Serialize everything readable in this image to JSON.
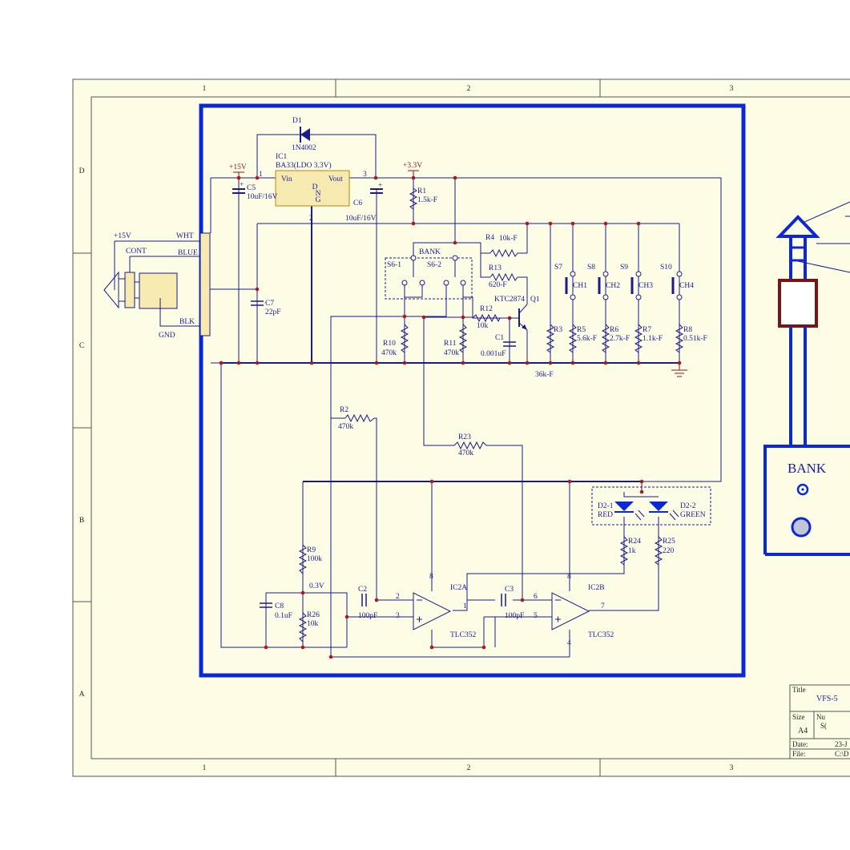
{
  "zones": {
    "cols": [
      "1",
      "2",
      "3"
    ],
    "rows": [
      "D",
      "C",
      "B",
      "A"
    ]
  },
  "power": {
    "p15_a": "+15V",
    "p15_b": "+15V",
    "p33": "+3.3V"
  },
  "connector": {
    "p15": "+15V",
    "cont": "CONT",
    "wht": "WHT",
    "blue": "BLUE",
    "blk": "BLK",
    "gnd": "GND"
  },
  "components": {
    "d1_ref": "D1",
    "d1_val": "1N4002",
    "ic1_ref": "IC1",
    "ic1_val": "BA33(LDO 3.3V)",
    "ic1_vin": "Vin",
    "ic1_vout": "Vout",
    "ic1_gnd_d": "D",
    "ic1_gnd_n": "N",
    "ic1_gnd_g": "G",
    "ic1_pin1": "1",
    "ic1_pin2": "2",
    "ic1_pin3": "3",
    "c5_ref": "C5",
    "c5_val": "10uF/16V",
    "c6_ref": "C6",
    "c6_val": "10uF/16V",
    "c7_ref": "C7",
    "c7_val": "22pF",
    "r1_ref": "R1",
    "r1_val": "1.5k-F",
    "bank": "BANK",
    "s61": "S6-1",
    "s62": "S6-2",
    "r4_ref": "R4",
    "r4_val": "10k-F",
    "r13_ref": "R13",
    "r13_val": "620-F",
    "ktc": "KTC2874",
    "q1": "Q1",
    "r12_ref": "R12",
    "r12_val": "10k",
    "c1_ref": "C1",
    "c1_val": "0.001uF",
    "r10_ref": "R10",
    "r10_val": "470k",
    "r11_ref": "R11",
    "r11_val": "470k",
    "s7": "S7",
    "s8": "S8",
    "s9": "S9",
    "s10": "S10",
    "ch1": "CH1",
    "ch2": "CH2",
    "ch3": "CH3",
    "ch4": "CH4",
    "r3_ref": "R3",
    "r3_val": "36k-F",
    "r5_ref": "R5",
    "r5_val": "5.6k-F",
    "r6_ref": "R6",
    "r6_val": "2.7k-F",
    "r7_ref": "R7",
    "r7_val": "1.1k-F",
    "r8_ref": "R8",
    "r8_val": "0.51k-F",
    "r2_ref": "R2",
    "r2_val": "470k",
    "r23_ref": "R23",
    "r23_val": "470k",
    "d21_ref": "D2-1",
    "d21_val": "RED",
    "d22_ref": "D2-2",
    "d22_val": "GREEN",
    "r24_ref": "R24",
    "r24_val": "1k",
    "r25_ref": "R25",
    "r25_val": "220",
    "r9_ref": "R9",
    "r9_val": "100k",
    "v03": "0.3V",
    "c8_ref": "C8",
    "c8_val": "0.1uF",
    "r26_ref": "R26",
    "r26_val": "10k",
    "c2_ref": "C2",
    "c2_val": "100pF",
    "c3_ref": "C3",
    "c3_val": "100pF",
    "ic2a_ref": "IC2A",
    "ic2a_val": "TLC352",
    "ic2b_ref": "IC2B",
    "ic2b_val": "TLC352",
    "pin2": "2",
    "pin3": "3",
    "pin1": "1",
    "pin8a": "8",
    "pin6": "6",
    "pin5": "5",
    "pin7": "7",
    "pin8b": "8",
    "pin4": "4"
  },
  "drawing": {
    "bank": "BANK"
  },
  "title_block": {
    "title_label": "Title",
    "title_value": "VFS-5",
    "size_label": "Size",
    "size_value": "A4",
    "num_label": "Nu",
    "num_value": "S(",
    "date_label": "Date:",
    "date_value": "23-J",
    "file_label": "File:",
    "file_value": "C:\\D"
  },
  "colors": {
    "frame": "#fdfde6",
    "wire": "#1a1a8c",
    "board_outline": "#0a28d8",
    "junction": "#b01818",
    "component_fill": "#f6eab0",
    "component_stroke": "#b8860b",
    "drawing_outline": "#0a28d8",
    "drawing_box": "#7a1414"
  }
}
